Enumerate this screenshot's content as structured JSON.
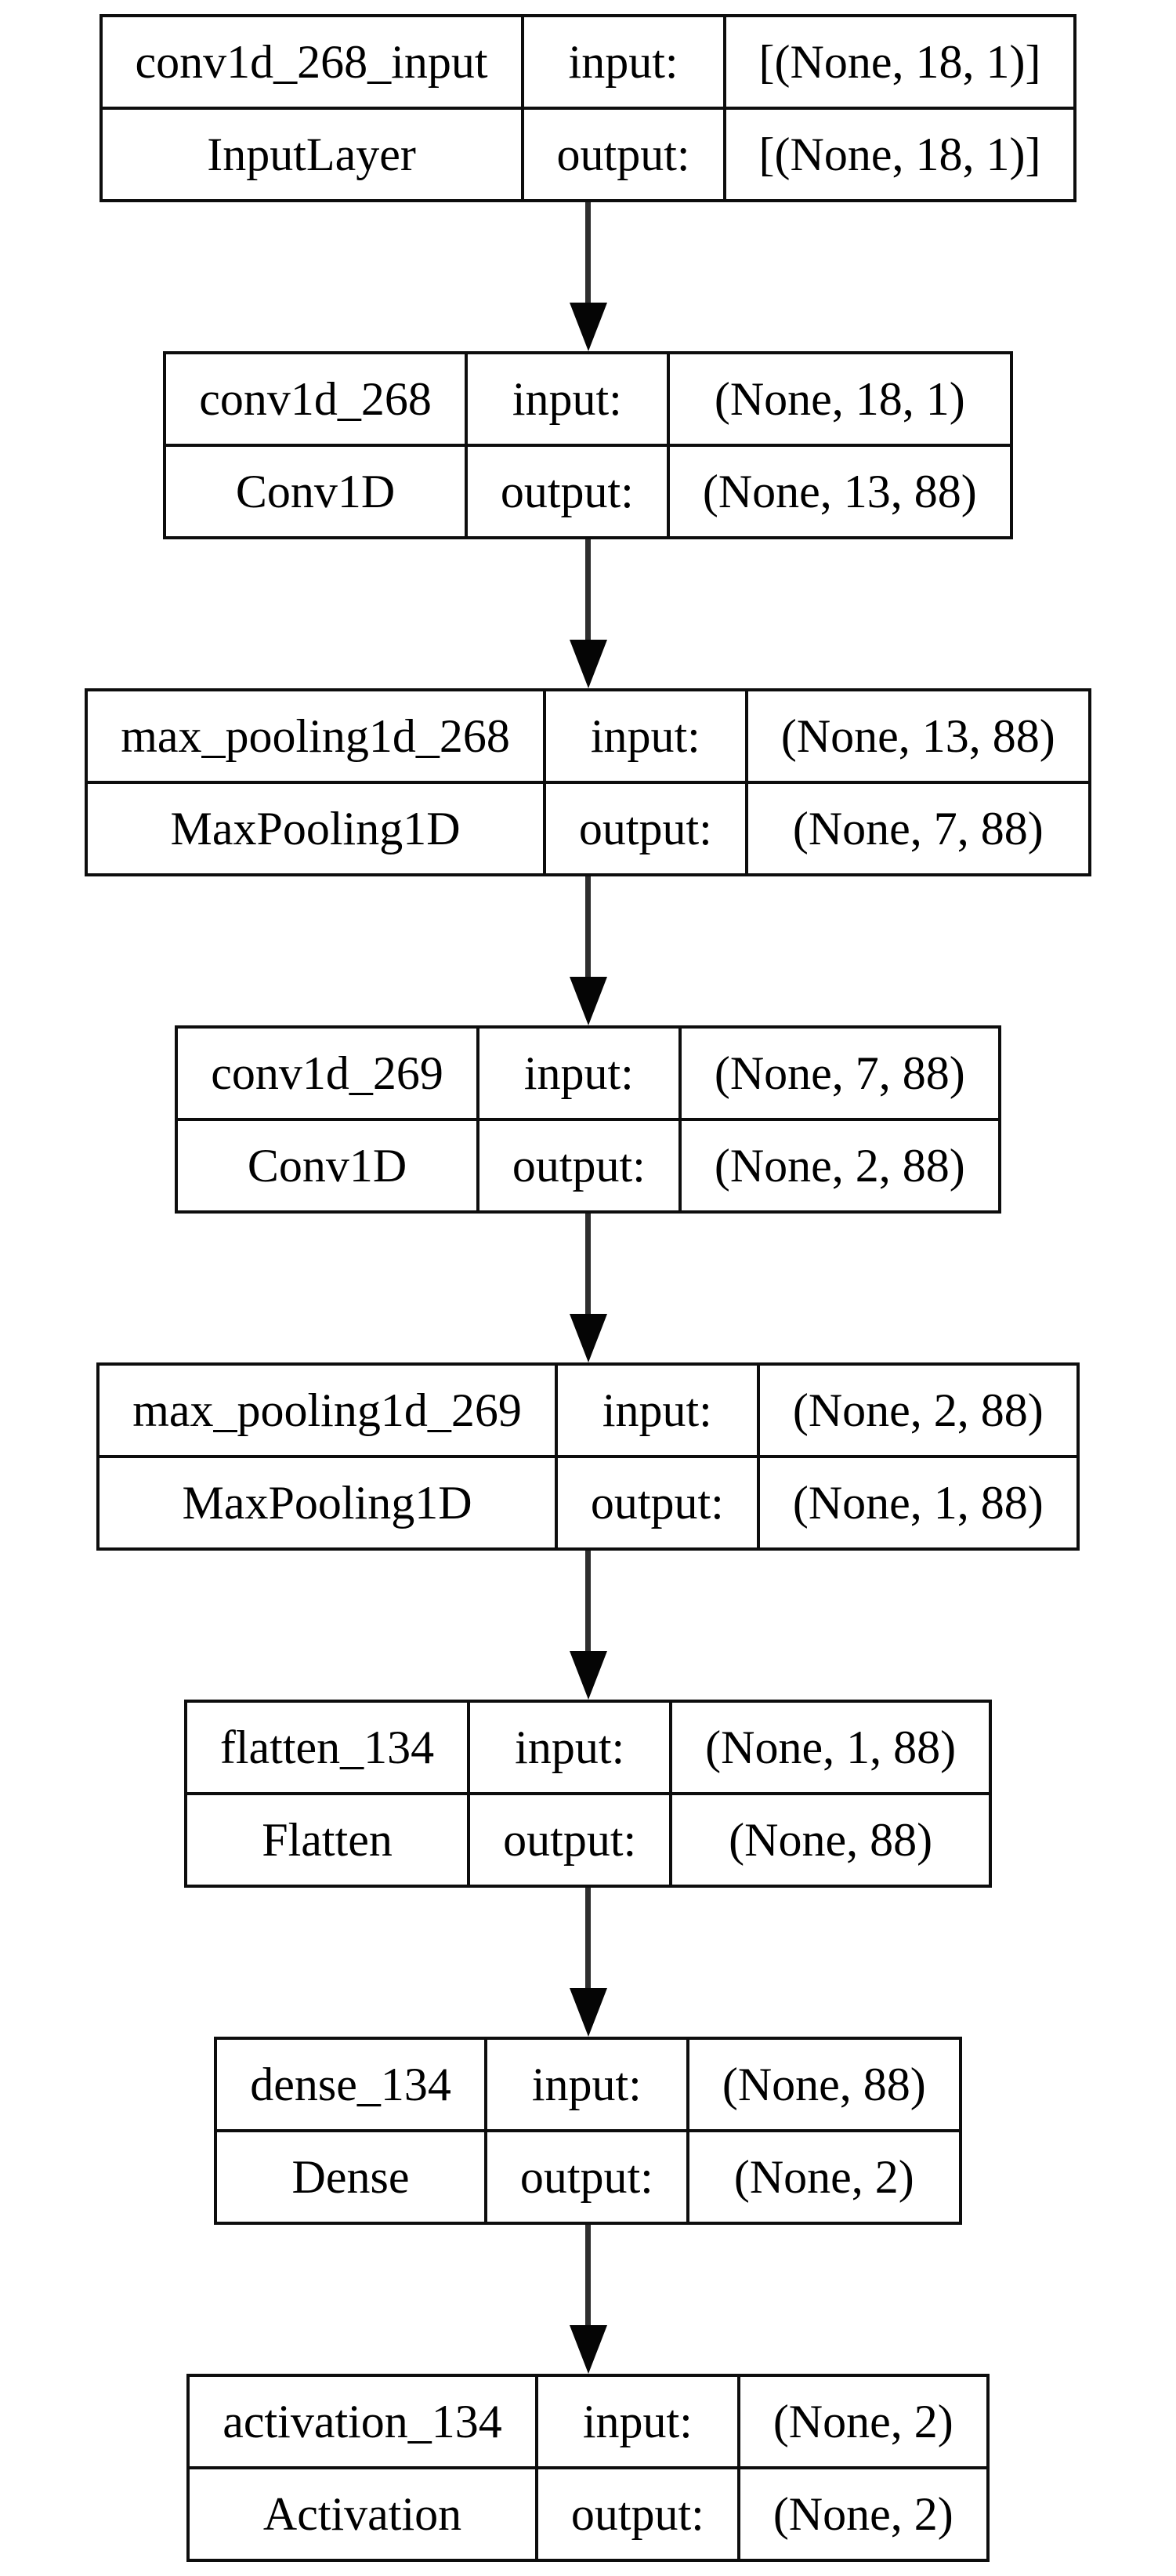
{
  "diagram": {
    "kind": "keras-model-plot",
    "colors": {
      "background": "#ffffff",
      "border": "#0d0d0d",
      "arrow": "#050505"
    },
    "layers": [
      {
        "name": "conv1d_268_input",
        "type": "InputLayer",
        "input_label": "input:",
        "output_label": "output:",
        "input_shape": "[(None, 18, 1)]",
        "output_shape": "[(None, 18, 1)]"
      },
      {
        "name": "conv1d_268",
        "type": "Conv1D",
        "input_label": "input:",
        "output_label": "output:",
        "input_shape": "(None, 18, 1)",
        "output_shape": "(None, 13, 88)"
      },
      {
        "name": "max_pooling1d_268",
        "type": "MaxPooling1D",
        "input_label": "input:",
        "output_label": "output:",
        "input_shape": "(None, 13, 88)",
        "output_shape": "(None, 7, 88)"
      },
      {
        "name": "conv1d_269",
        "type": "Conv1D",
        "input_label": "input:",
        "output_label": "output:",
        "input_shape": "(None, 7, 88)",
        "output_shape": "(None, 2, 88)"
      },
      {
        "name": "max_pooling1d_269",
        "type": "MaxPooling1D",
        "input_label": "input:",
        "output_label": "output:",
        "input_shape": "(None, 2, 88)",
        "output_shape": "(None, 1, 88)"
      },
      {
        "name": "flatten_134",
        "type": "Flatten",
        "input_label": "input:",
        "output_label": "output:",
        "input_shape": "(None, 1, 88)",
        "output_shape": "(None, 88)"
      },
      {
        "name": "dense_134",
        "type": "Dense",
        "input_label": "input:",
        "output_label": "output:",
        "input_shape": "(None, 88)",
        "output_shape": "(None, 2)"
      },
      {
        "name": "activation_134",
        "type": "Activation",
        "input_label": "input:",
        "output_label": "output:",
        "input_shape": "(None, 2)",
        "output_shape": "(None, 2)"
      }
    ]
  }
}
